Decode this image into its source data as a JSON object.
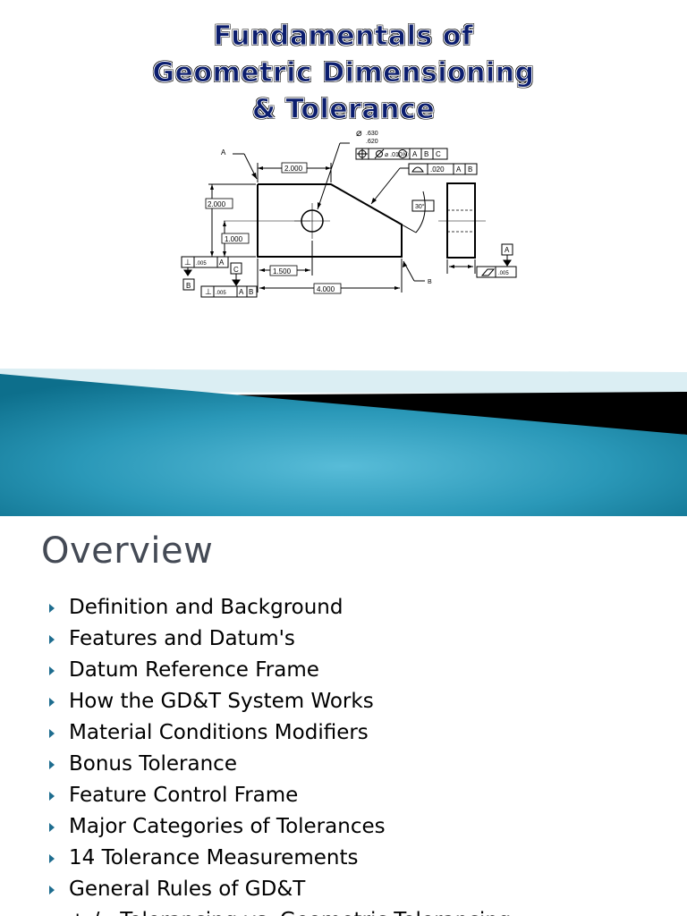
{
  "slide1": {
    "title_lines": [
      "Fundamentals of",
      "Geometric Dimensioning",
      "& Tolerance"
    ],
    "drawing": {
      "labels": {
        "datum_a_leader": "A",
        "dim_top": "2.000",
        "dim_left": "2.000",
        "dim_hole_height": "1.000",
        "dim_hole_x": "1.500",
        "dim_width": "4.000",
        "hole_upper": ".630",
        "hole_lower": ".620",
        "angle": "30°",
        "datum_b_leader": "B"
      },
      "fcf_position": [
        "⌀ .010Ⓜ",
        "A",
        "B",
        "C"
      ],
      "fcf_profile": [
        ".020",
        "A",
        "B"
      ],
      "fcf_left_perp": [
        ".005",
        "A"
      ],
      "fcf_bottom_perp": [
        ".005",
        "A",
        "B"
      ],
      "fcf_flatness": [
        ".005"
      ],
      "datum_boxes": [
        "B",
        "C",
        "A"
      ]
    }
  },
  "slide2": {
    "title": "Overview",
    "bullets": [
      "Definition and Background",
      "Features and Datum's",
      "Datum Reference Frame",
      "How the GD&T System Works",
      "Material Conditions Modifiers",
      "Bonus Tolerance",
      "Feature Control Frame",
      "Major Categories of Tolerances",
      "14 Tolerance Measurements",
      "General Rules of GD&T",
      "+ / - Tolerancing vs. Geometric Tolerancing"
    ]
  },
  "colors": {
    "title_fill": "#0b1d6e",
    "banner_teal": "#2a98b8",
    "bullet_marker": "#1e6d8f",
    "overview_title": "#444a55"
  }
}
